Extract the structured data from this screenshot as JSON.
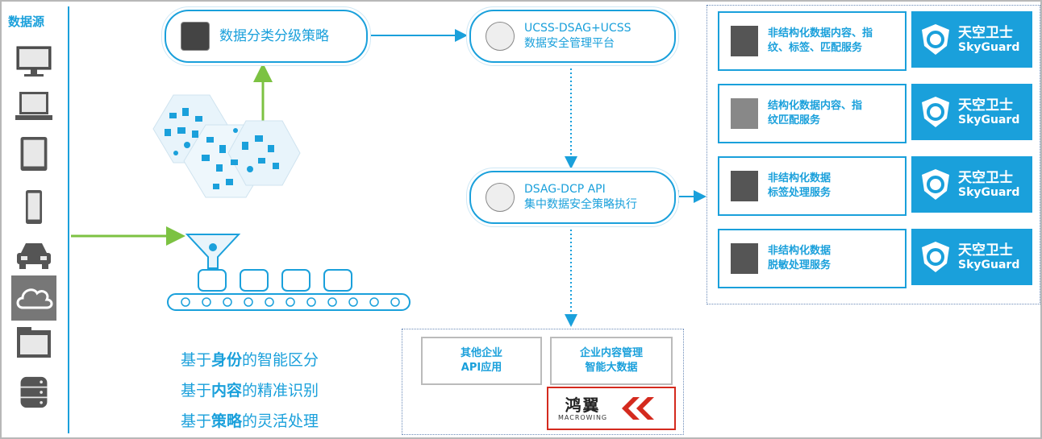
{
  "sources": {
    "title": "数据源",
    "devices": [
      "desktop-icon",
      "laptop-icon",
      "tablet-icon",
      "phone-icon",
      "car-icon",
      "cloud-icon",
      "folder-icon",
      "database-icon"
    ]
  },
  "flow": {
    "classify_label": "数据分类分级策略",
    "ucss_line1": "UCSS-DSAG+UCSS",
    "ucss_line2": "数据安全管理平台",
    "dcp_line1": "DSAG-DCP API",
    "dcp_line2": "集中数据安全策略执行"
  },
  "services": [
    {
      "line1": "非结构化数据内容、指",
      "line2": "纹、标签、匹配服务",
      "icon": "lock-icon"
    },
    {
      "line1": "结构化数据内容、指",
      "line2": "纹匹配服务",
      "icon": "fingerprint-icon"
    },
    {
      "line1": "非结构化数据",
      "line2": "标签处理服务",
      "icon": "tag-icon"
    },
    {
      "line1": "非结构化数据",
      "line2": "脱敏处理服务",
      "icon": "mask-icon"
    }
  ],
  "brand": {
    "cn": "天空卫士",
    "en": "SkyGuard"
  },
  "apps": {
    "box1_line1": "其他企业",
    "box1_line2": "API应用",
    "box2_line1": "企业内容管理",
    "box2_line2": "智能大数据",
    "macro_cn": "鸿翼",
    "macro_en": "MACROWING"
  },
  "slogans": [
    {
      "pre": "基于",
      "bold": "身份",
      "post": "的智能区分"
    },
    {
      "pre": "基于",
      "bold": "内容",
      "post": "的精准识别"
    },
    {
      "pre": "基于",
      "bold": "策略",
      "post": "的灵活处理"
    }
  ],
  "colors": {
    "accent": "#1aa0db",
    "green": "#7cc242",
    "brand_red": "#d42a1e"
  }
}
